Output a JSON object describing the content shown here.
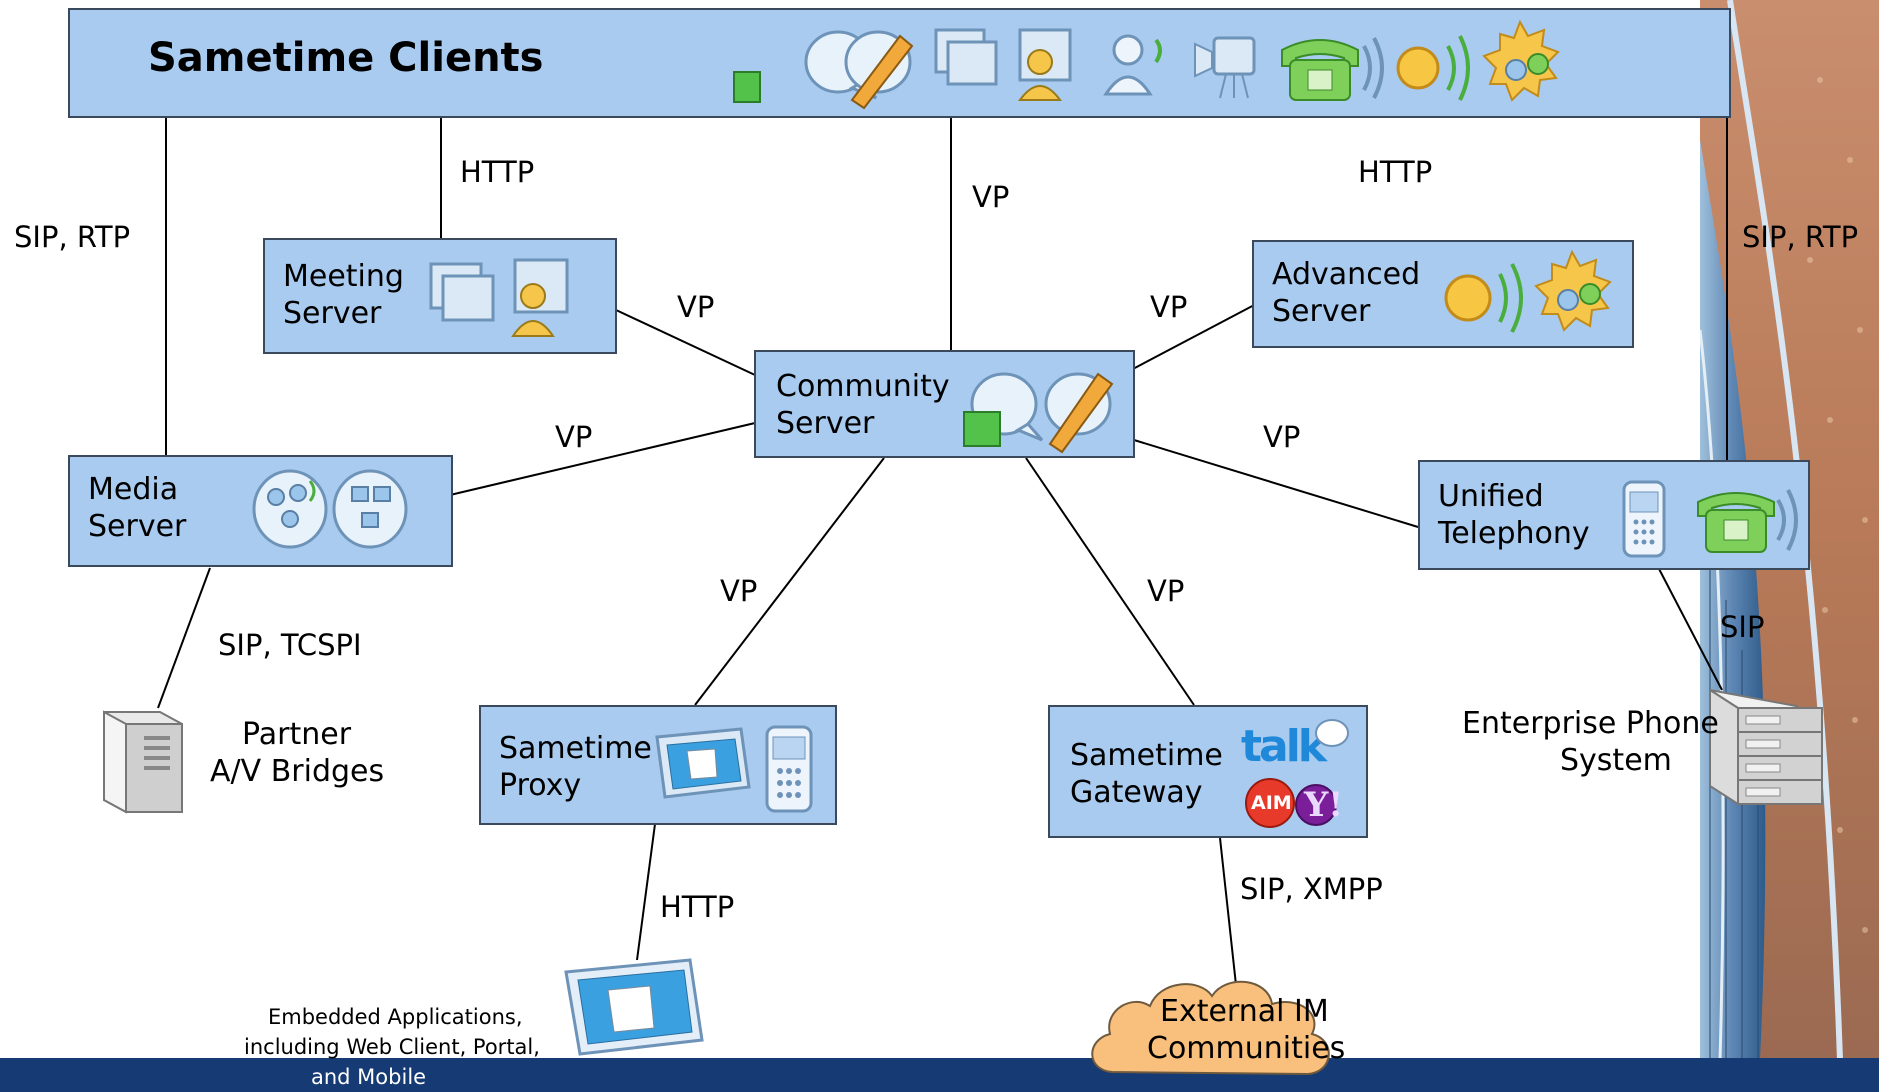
{
  "title": "Sametime Clients",
  "nodes": {
    "meeting": [
      "Meeting",
      "Server"
    ],
    "advanced": [
      "Advanced",
      "Server"
    ],
    "community": [
      "Community",
      "Server"
    ],
    "media": [
      "Media",
      "Server"
    ],
    "telephony": [
      "Unified",
      "Telephony"
    ],
    "proxy": [
      "Sametime",
      "Proxy"
    ],
    "gateway": [
      "Sametime",
      "Gateway"
    ],
    "partner": [
      "Partner",
      "A/V Bridges"
    ],
    "phone_system": [
      "Enterprise Phone",
      "System"
    ],
    "embedded": [
      "Embedded Applications,",
      "including Web Client, Portal,",
      "and Mobile"
    ],
    "external": [
      "External IM",
      "Communities"
    ]
  },
  "edges": {
    "clients_media": "SIP, RTP",
    "clients_meeting": "HTTP",
    "clients_community": "VP",
    "clients_advanced": "HTTP",
    "clients_telephony": "SIP, RTP",
    "meeting_community": "VP",
    "advanced_community": "VP",
    "media_community": "VP",
    "telephony_community": "VP",
    "community_proxy": "VP",
    "community_gateway": "VP",
    "media_partner": "SIP, TCSPI",
    "telephony_phone": "SIP",
    "proxy_embedded": "HTTP",
    "gateway_external": "SIP, XMPP"
  },
  "icons": {
    "clients": [
      "chat-bubble-icon",
      "pencil-chat-icon",
      "screens-icon",
      "meeting-user-icon",
      "voice-user-icon",
      "video-camera-icon",
      "telephone-icon",
      "audio-conference-icon",
      "community-sun-icon"
    ],
    "meeting": [
      "screens-icon",
      "meeting-user-icon"
    ],
    "advanced": [
      "audio-conference-icon",
      "community-sun-icon"
    ],
    "community": [
      "chat-bubble-icon",
      "pencil-chat-icon"
    ],
    "media": [
      "voice-group-icon",
      "video-group-icon"
    ],
    "telephony": [
      "mobile-phone-icon",
      "telephone-icon"
    ],
    "proxy": [
      "laptop-icon",
      "mobile-phone-icon"
    ],
    "gateway": [
      "google-talk-logo",
      "aim-logo",
      "yahoo-logo"
    ],
    "partner": [
      "server-tower-icon"
    ],
    "phone_system": [
      "server-rack-icon"
    ],
    "embedded": [
      "laptop-icon"
    ],
    "external": [
      "cloud-icon"
    ]
  },
  "gateway_logos": {
    "google_talk": "talk",
    "aim": "AIM",
    "yahoo": "Y!"
  },
  "colors": {
    "box_fill": "#a8cbef",
    "box_border": "#3a4a5c",
    "bottom_bar": "#163a73",
    "cloud_fill": "#f8c07c"
  }
}
